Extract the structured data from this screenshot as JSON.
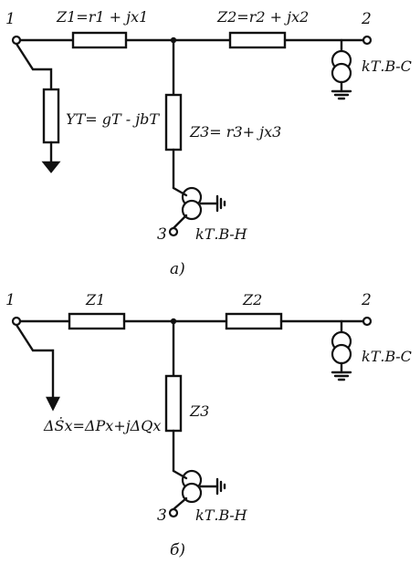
{
  "diagram_a": {
    "node1": "1",
    "node2": "2",
    "node3": "3",
    "z1": "Z1=r1 + jx1",
    "z2": "Z2=r2 + jx2",
    "z3": "Z3= r3+ jx3",
    "y": "YT= gT - jbT",
    "k_vs": "kТ.В-С",
    "k_vn": "kТ.В-Н",
    "caption": "а)"
  },
  "diagram_b": {
    "node1": "1",
    "node2": "2",
    "node3": "3",
    "z1": "Z1",
    "z2": "Z2",
    "z3": "Z3",
    "sx": "ΔṠx=ΔPx+jΔQx",
    "k_vs": "kТ.В-С",
    "k_vn": "kТ.В-Н",
    "caption": "б)"
  }
}
